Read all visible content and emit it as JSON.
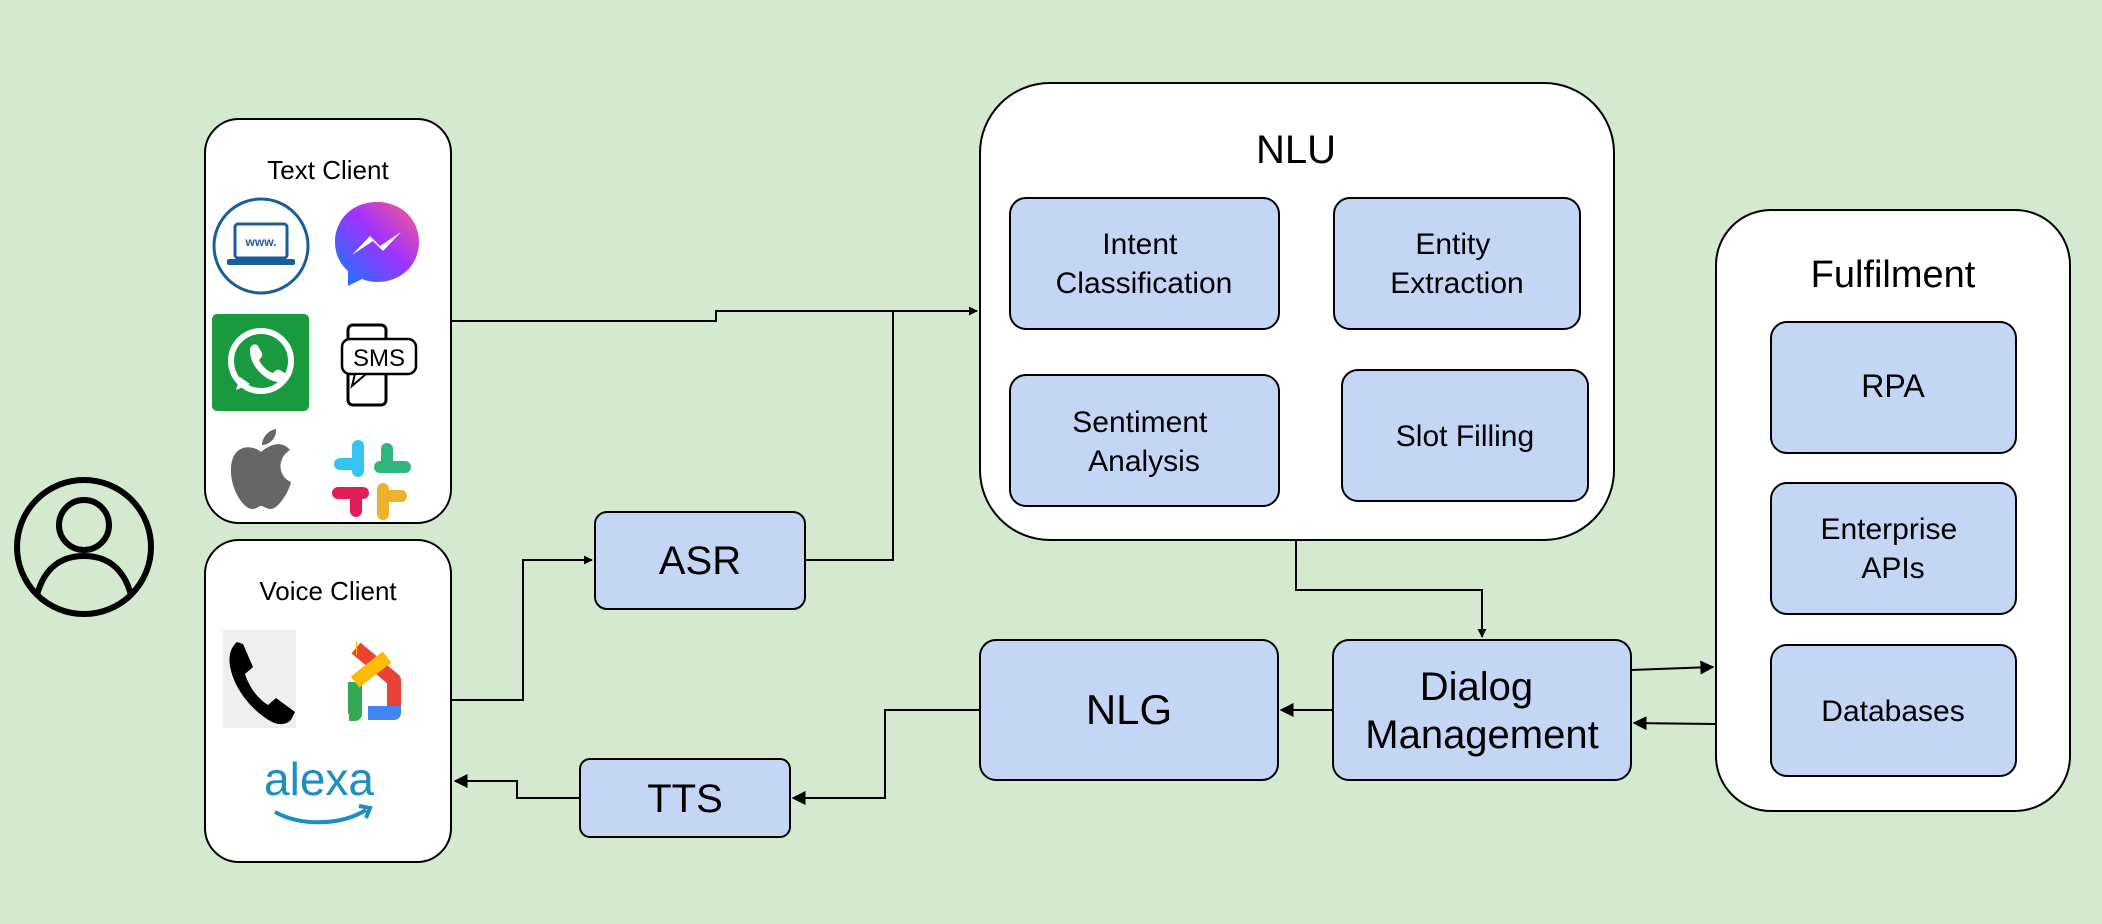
{
  "colors": {
    "background": "#d5e8d0",
    "container_fill": "#ffffff",
    "node_fill": "#c5d6f5",
    "stroke": "#000000"
  },
  "clients": {
    "text_client": {
      "label": "Text Client",
      "icons": [
        "web-browser-icon",
        "messenger-icon",
        "whatsapp-icon",
        "sms-icon",
        "apple-icon",
        "slack-icon"
      ],
      "sms_text": "SMS",
      "www_text": "www."
    },
    "voice_client": {
      "label": "Voice Client",
      "icons": [
        "telephone-icon",
        "google-home-icon",
        "alexa-icon"
      ],
      "alexa_text": "alexa"
    }
  },
  "user_icon": "user-avatar-icon",
  "nodes": {
    "asr": "ASR",
    "tts": "TTS",
    "nlg": "NLG",
    "dialog_management": [
      "Dialog",
      "Management"
    ]
  },
  "nlu": {
    "title": "NLU",
    "components": {
      "intent_classification": [
        "Intent",
        "Classification"
      ],
      "entity_extraction": [
        "Entity",
        "Extraction"
      ],
      "sentiment_analysis": [
        "Sentiment",
        "Analysis"
      ],
      "slot_filling": "Slot Filling"
    }
  },
  "fulfilment": {
    "title": "Fulfilment",
    "components": {
      "rpa": "RPA",
      "enterprise_apis": [
        "Enterprise",
        "APIs"
      ],
      "databases": "Databases"
    }
  }
}
